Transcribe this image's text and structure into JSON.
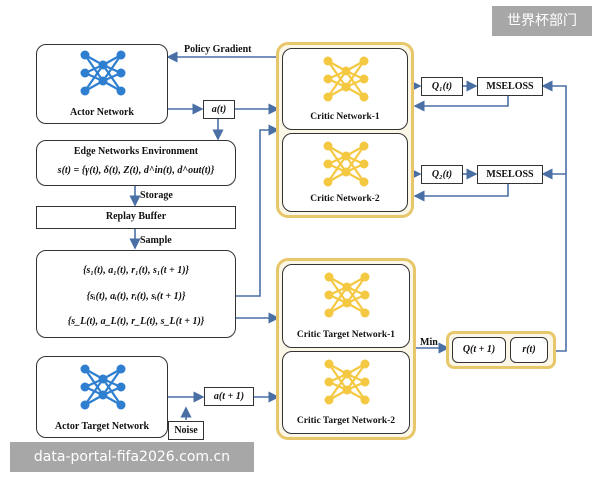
{
  "watermark_top": "世界杯部门",
  "watermark_bottom": "data-portal-fifa2026.com.cn",
  "colors": {
    "arrow": "#4a6fa5",
    "gold": "#e8c76a",
    "blue_net": "#2f7fd0",
    "yellow_net": "#f5c842"
  },
  "labels": {
    "policy_gradient": "Policy Gradient",
    "actor_network": "Actor Network",
    "a_t": "a(t)",
    "env_title": "Edge Networks Environment",
    "env_formula": "s(t) = {γ(t), δ(t), Z(t), d^in(t), d^out(t)}",
    "storage": "Storage",
    "replay_buffer": "Replay Buffer",
    "sample": "Sample",
    "tuple_1": "{s₁(t), a₁(t), r₁(t), s₁(t + 1)}",
    "tuple_i": "{sᵢ(t), aᵢ(t), rᵢ(t), sᵢ(t + 1)}",
    "tuple_L": "{s_L(t), a_L(t), r_L(t), s_L(t + 1)}",
    "critic_1": "Critic Network-1",
    "critic_2": "Critic Network-2",
    "q1": "Q₁(t)",
    "q2": "Q₂(t)",
    "mseloss_1": "MSELOSS",
    "mseloss_2": "MSELOSS",
    "critic_target_1": "Critic Target Network-1",
    "critic_target_2": "Critic Target Network-2",
    "min": "Min",
    "q_next": "Q(t + 1)",
    "r_t": "r(t)",
    "actor_target": "Actor Target Network",
    "a_next": "a(t + 1)",
    "noise": "Noise"
  },
  "icons": {
    "actor": "neural-network-icon",
    "critic": "neural-network-icon"
  }
}
